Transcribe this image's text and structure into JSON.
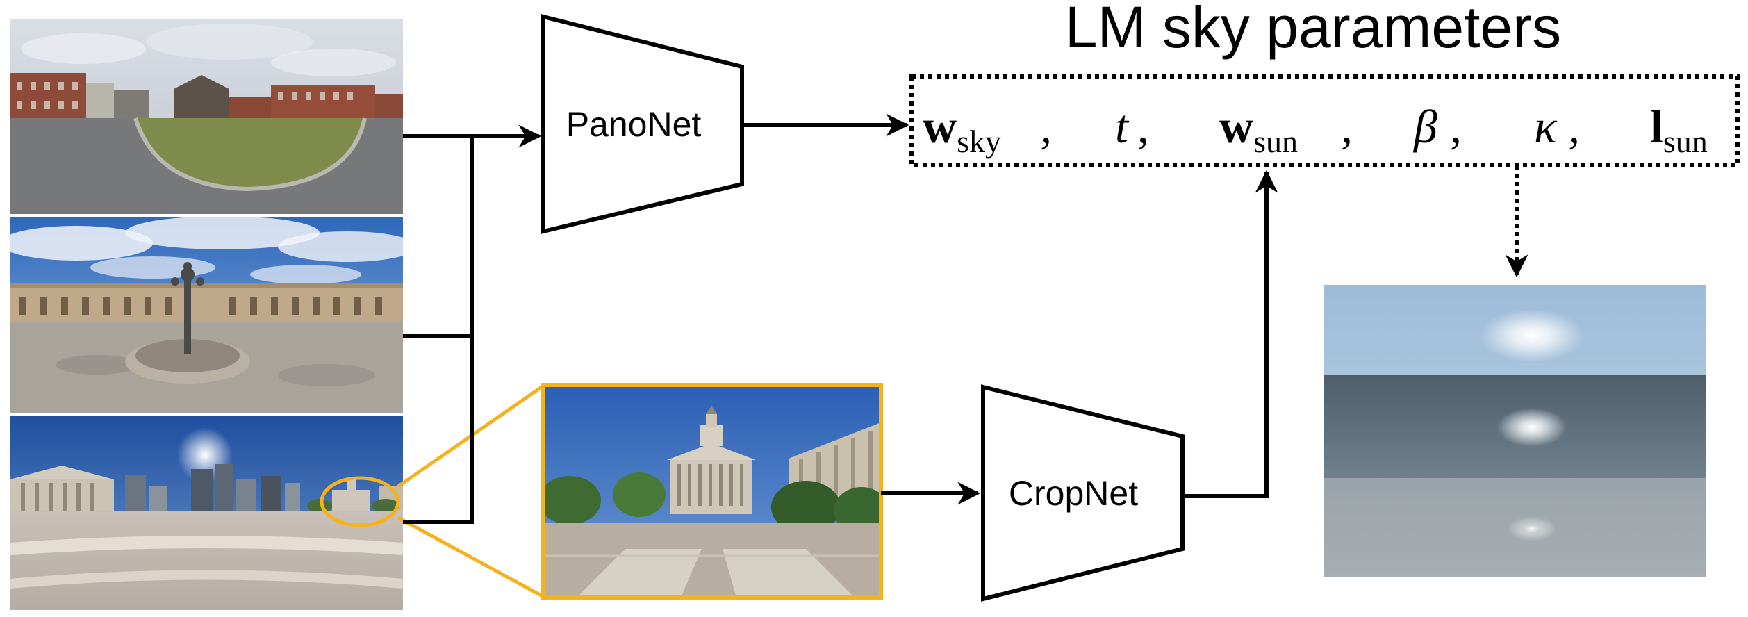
{
  "title": "LM sky parameters",
  "networks": {
    "pano_label": "PanoNet",
    "crop_label": "CropNet"
  },
  "parameters": [
    {
      "symbol": "w",
      "subscript": "sky",
      "style": "bold"
    },
    {
      "symbol": "t",
      "subscript": "",
      "style": "italic"
    },
    {
      "symbol": "w",
      "subscript": "sun",
      "style": "bold"
    },
    {
      "symbol": "β",
      "subscript": "",
      "style": "italic"
    },
    {
      "symbol": "κ",
      "subscript": "",
      "style": "italic"
    },
    {
      "symbol": "l",
      "subscript": "sun",
      "style": "bold"
    }
  ],
  "separator": ",",
  "panoramas": [
    {
      "scene": "campus-lawn",
      "sky_color": "#c9ced8"
    },
    {
      "scene": "fountain-plaza",
      "sky_color": "#3f78c8"
    },
    {
      "scene": "capitol-plaza",
      "sky_color": "#2f62b8"
    }
  ],
  "crop_scene": "capitol-building",
  "sky_renders": [
    {
      "sky_top": "#9dbbd8",
      "sky_bottom": "#a9c4dc"
    },
    {
      "sky_top": "#4d5f6b",
      "sky_bottom": "#6e818c"
    },
    {
      "sky_top": "#9aa3a9",
      "sky_bottom": "#a7aeb3"
    }
  ],
  "colors": {
    "accent": "#f5b21d",
    "stroke": "#000000"
  }
}
